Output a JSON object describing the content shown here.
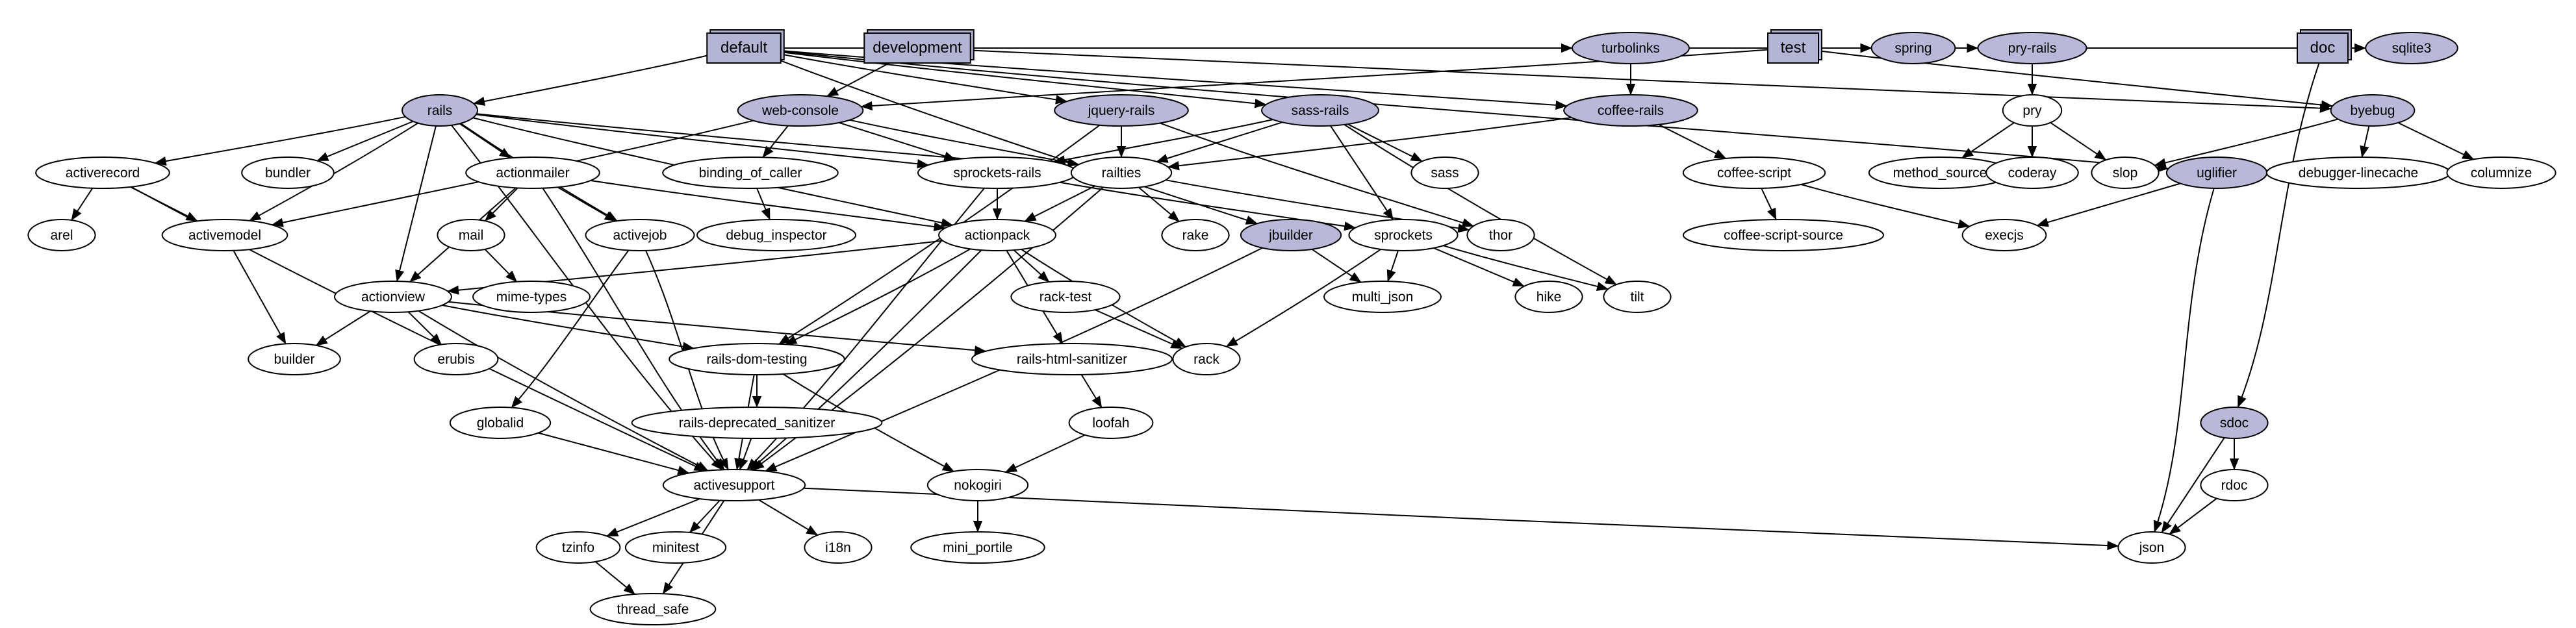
{
  "colors": {
    "group_fill": "#b4b4d4",
    "gem_fill": "#b9b8d8",
    "plain_fill": "#ffffff",
    "stroke": "#000000"
  },
  "groups": [
    {
      "id": "default",
      "label": "default"
    },
    {
      "id": "development",
      "label": "development"
    },
    {
      "id": "test",
      "label": "test"
    },
    {
      "id": "doc",
      "label": "doc"
    }
  ],
  "nodes": [
    {
      "id": "turbolinks",
      "label": "turbolinks",
      "highlight": true
    },
    {
      "id": "spring",
      "label": "spring",
      "highlight": true
    },
    {
      "id": "pry-rails",
      "label": "pry-rails",
      "highlight": true
    },
    {
      "id": "sqlite3",
      "label": "sqlite3",
      "highlight": true
    },
    {
      "id": "rails",
      "label": "rails",
      "highlight": true
    },
    {
      "id": "web-console",
      "label": "web-console",
      "highlight": true
    },
    {
      "id": "jquery-rails",
      "label": "jquery-rails",
      "highlight": true
    },
    {
      "id": "sass-rails",
      "label": "sass-rails",
      "highlight": true
    },
    {
      "id": "coffee-rails",
      "label": "coffee-rails",
      "highlight": true
    },
    {
      "id": "pry",
      "label": "pry",
      "highlight": false
    },
    {
      "id": "byebug",
      "label": "byebug",
      "highlight": true
    },
    {
      "id": "activerecord",
      "label": "activerecord",
      "highlight": false
    },
    {
      "id": "bundler",
      "label": "bundler",
      "highlight": false
    },
    {
      "id": "actionmailer",
      "label": "actionmailer",
      "highlight": false
    },
    {
      "id": "binding_of_caller",
      "label": "binding_of_caller",
      "highlight": false
    },
    {
      "id": "sprockets-rails",
      "label": "sprockets-rails",
      "highlight": false
    },
    {
      "id": "railties",
      "label": "railties",
      "highlight": false
    },
    {
      "id": "sass",
      "label": "sass",
      "highlight": false
    },
    {
      "id": "coffee-script",
      "label": "coffee-script",
      "highlight": false
    },
    {
      "id": "method_source",
      "label": "method_source",
      "highlight": false
    },
    {
      "id": "coderay",
      "label": "coderay",
      "highlight": false
    },
    {
      "id": "slop",
      "label": "slop",
      "highlight": false
    },
    {
      "id": "uglifier",
      "label": "uglifier",
      "highlight": true
    },
    {
      "id": "debugger-linecache",
      "label": "debugger-linecache",
      "highlight": false
    },
    {
      "id": "columnize",
      "label": "columnize",
      "highlight": false
    },
    {
      "id": "arel",
      "label": "arel",
      "highlight": false
    },
    {
      "id": "activemodel",
      "label": "activemodel",
      "highlight": false
    },
    {
      "id": "mail",
      "label": "mail",
      "highlight": false
    },
    {
      "id": "activejob",
      "label": "activejob",
      "highlight": false
    },
    {
      "id": "debug_inspector",
      "label": "debug_inspector",
      "highlight": false
    },
    {
      "id": "actionpack",
      "label": "actionpack",
      "highlight": false
    },
    {
      "id": "rake",
      "label": "rake",
      "highlight": false
    },
    {
      "id": "jbuilder",
      "label": "jbuilder",
      "highlight": true
    },
    {
      "id": "sprockets",
      "label": "sprockets",
      "highlight": false
    },
    {
      "id": "thor",
      "label": "thor",
      "highlight": false
    },
    {
      "id": "coffee-script-source",
      "label": "coffee-script-source",
      "highlight": false
    },
    {
      "id": "execjs",
      "label": "execjs",
      "highlight": false
    },
    {
      "id": "actionview",
      "label": "actionview",
      "highlight": false
    },
    {
      "id": "mime-types",
      "label": "mime-types",
      "highlight": false
    },
    {
      "id": "rack-test",
      "label": "rack-test",
      "highlight": false
    },
    {
      "id": "multi_json",
      "label": "multi_json",
      "highlight": false
    },
    {
      "id": "hike",
      "label": "hike",
      "highlight": false
    },
    {
      "id": "tilt",
      "label": "tilt",
      "highlight": false
    },
    {
      "id": "builder",
      "label": "builder",
      "highlight": false
    },
    {
      "id": "erubis",
      "label": "erubis",
      "highlight": false
    },
    {
      "id": "rails-dom-testing",
      "label": "rails-dom-testing",
      "highlight": false
    },
    {
      "id": "rails-html-sanitizer",
      "label": "rails-html-sanitizer",
      "highlight": false
    },
    {
      "id": "rack",
      "label": "rack",
      "highlight": false
    },
    {
      "id": "sdoc",
      "label": "sdoc",
      "highlight": true
    },
    {
      "id": "rails-deprecated_sanitizer",
      "label": "rails-deprecated_sanitizer",
      "highlight": false
    },
    {
      "id": "globalid",
      "label": "globalid",
      "highlight": false
    },
    {
      "id": "loofah",
      "label": "loofah",
      "highlight": false
    },
    {
      "id": "activesupport",
      "label": "activesupport",
      "highlight": false
    },
    {
      "id": "nokogiri",
      "label": "nokogiri",
      "highlight": false
    },
    {
      "id": "rdoc",
      "label": "rdoc",
      "highlight": false
    },
    {
      "id": "tzinfo",
      "label": "tzinfo",
      "highlight": false
    },
    {
      "id": "minitest",
      "label": "minitest",
      "highlight": false
    },
    {
      "id": "i18n",
      "label": "i18n",
      "highlight": false
    },
    {
      "id": "mini_portile",
      "label": "mini_portile",
      "highlight": false
    },
    {
      "id": "json",
      "label": "json",
      "highlight": false
    },
    {
      "id": "thread_safe",
      "label": "thread_safe",
      "highlight": false
    }
  ],
  "edges": [
    [
      "default",
      "rails"
    ],
    [
      "default",
      "turbolinks"
    ],
    [
      "default",
      "spring"
    ],
    [
      "default",
      "pry-rails"
    ],
    [
      "default",
      "sqlite3"
    ],
    [
      "default",
      "jquery-rails"
    ],
    [
      "default",
      "sass-rails"
    ],
    [
      "default",
      "coffee-rails"
    ],
    [
      "default",
      "jbuilder"
    ],
    [
      "default",
      "uglifier"
    ],
    [
      "development",
      "web-console"
    ],
    [
      "development",
      "spring"
    ],
    [
      "development",
      "byebug"
    ],
    [
      "test",
      "web-console"
    ],
    [
      "test",
      "spring"
    ],
    [
      "test",
      "byebug"
    ],
    [
      "doc",
      "sdoc"
    ],
    [
      "turbolinks",
      "coffee-rails"
    ],
    [
      "pry-rails",
      "pry"
    ],
    [
      "pry",
      "method_source"
    ],
    [
      "pry",
      "coderay"
    ],
    [
      "pry",
      "slop"
    ],
    [
      "byebug",
      "slop"
    ],
    [
      "byebug",
      "debugger-linecache"
    ],
    [
      "byebug",
      "columnize"
    ],
    [
      "uglifier",
      "execjs"
    ],
    [
      "uglifier",
      "json"
    ],
    [
      "coffee-rails",
      "coffee-script"
    ],
    [
      "coffee-rails",
      "railties"
    ],
    [
      "coffee-script",
      "coffee-script-source"
    ],
    [
      "coffee-script",
      "execjs"
    ],
    [
      "rails",
      "activerecord"
    ],
    [
      "rails",
      "bundler"
    ],
    [
      "rails",
      "actionmailer"
    ],
    [
      "rails",
      "activemodel"
    ],
    [
      "rails",
      "actionview"
    ],
    [
      "rails",
      "activejob"
    ],
    [
      "rails",
      "actionpack"
    ],
    [
      "rails",
      "sprockets-rails"
    ],
    [
      "rails",
      "railties"
    ],
    [
      "rails",
      "activesupport"
    ],
    [
      "web-console",
      "binding_of_caller"
    ],
    [
      "web-console",
      "railties"
    ],
    [
      "web-console",
      "sprockets-rails"
    ],
    [
      "web-console",
      "activemodel"
    ],
    [
      "jquery-rails",
      "railties"
    ],
    [
      "jquery-rails",
      "thor"
    ],
    [
      "jquery-rails",
      "rails-dom-testing"
    ],
    [
      "sass-rails",
      "sass"
    ],
    [
      "sass-rails",
      "sprockets"
    ],
    [
      "sass-rails",
      "sprockets-rails"
    ],
    [
      "sass-rails",
      "railties"
    ],
    [
      "sass-rails",
      "tilt"
    ],
    [
      "binding_of_caller",
      "debug_inspector"
    ],
    [
      "activerecord",
      "arel"
    ],
    [
      "activerecord",
      "activemodel"
    ],
    [
      "activerecord",
      "activesupport"
    ],
    [
      "actionmailer",
      "mail"
    ],
    [
      "actionmailer",
      "activejob"
    ],
    [
      "actionmailer",
      "actionpack"
    ],
    [
      "actionmailer",
      "actionview"
    ],
    [
      "actionmailer",
      "activesupport"
    ],
    [
      "mail",
      "mime-types"
    ],
    [
      "activemodel",
      "builder"
    ],
    [
      "activejob",
      "globalid"
    ],
    [
      "activejob",
      "activesupport"
    ],
    [
      "sprockets-rails",
      "actionpack"
    ],
    [
      "sprockets-rails",
      "sprockets"
    ],
    [
      "sprockets-rails",
      "activesupport"
    ],
    [
      "railties",
      "actionpack"
    ],
    [
      "railties",
      "rake"
    ],
    [
      "railties",
      "thor"
    ],
    [
      "railties",
      "activesupport"
    ],
    [
      "jbuilder",
      "multi_json"
    ],
    [
      "jbuilder",
      "activesupport"
    ],
    [
      "sprockets",
      "multi_json"
    ],
    [
      "sprockets",
      "hike"
    ],
    [
      "sprockets",
      "tilt"
    ],
    [
      "sprockets",
      "rack"
    ],
    [
      "actionpack",
      "actionview"
    ],
    [
      "actionpack",
      "rack-test"
    ],
    [
      "actionpack",
      "rack"
    ],
    [
      "actionpack",
      "rails-dom-testing"
    ],
    [
      "actionpack",
      "rails-html-sanitizer"
    ],
    [
      "actionpack",
      "activesupport"
    ],
    [
      "rack-test",
      "rack"
    ],
    [
      "actionview",
      "builder"
    ],
    [
      "actionview",
      "erubis"
    ],
    [
      "actionview",
      "rails-dom-testing"
    ],
    [
      "actionview",
      "rails-html-sanitizer"
    ],
    [
      "actionview",
      "activesupport"
    ],
    [
      "rails-dom-testing",
      "rails-deprecated_sanitizer"
    ],
    [
      "rails-dom-testing",
      "activesupport"
    ],
    [
      "rails-dom-testing",
      "nokogiri"
    ],
    [
      "rails-deprecated_sanitizer",
      "activesupport"
    ],
    [
      "globalid",
      "activesupport"
    ],
    [
      "rails-html-sanitizer",
      "loofah"
    ],
    [
      "loofah",
      "nokogiri"
    ],
    [
      "nokogiri",
      "mini_portile"
    ],
    [
      "activesupport",
      "tzinfo"
    ],
    [
      "activesupport",
      "minitest"
    ],
    [
      "activesupport",
      "i18n"
    ],
    [
      "activesupport",
      "thread_safe"
    ],
    [
      "activesupport",
      "json"
    ],
    [
      "tzinfo",
      "thread_safe"
    ],
    [
      "sdoc",
      "rdoc"
    ],
    [
      "sdoc",
      "json"
    ],
    [
      "rdoc",
      "json"
    ]
  ]
}
